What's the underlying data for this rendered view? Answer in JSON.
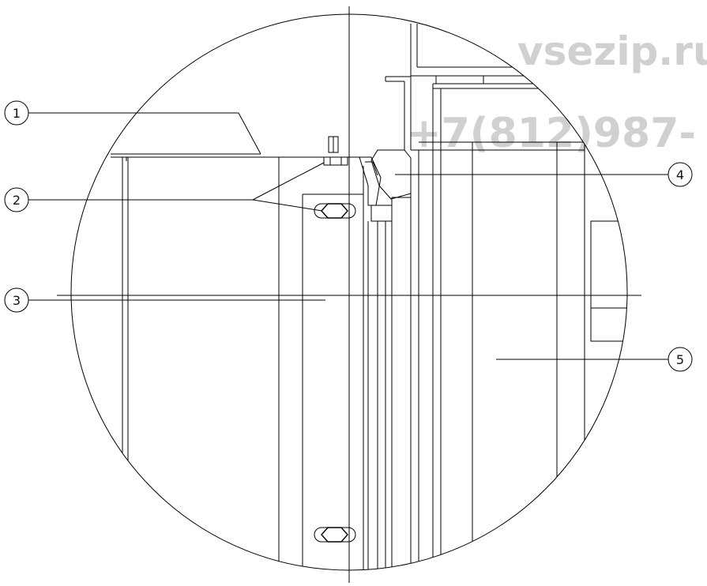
{
  "watermark": {
    "site": "vsezip.ru",
    "phone": "+7(812)987-",
    "color": "#c8c8c8"
  },
  "callouts": [
    {
      "id": "1",
      "label": "1"
    },
    {
      "id": "2",
      "label": "2"
    },
    {
      "id": "3",
      "label": "3"
    },
    {
      "id": "4",
      "label": "4"
    },
    {
      "id": "5",
      "label": "5"
    }
  ],
  "colors": {
    "line": "#000000",
    "background": "#ffffff"
  }
}
